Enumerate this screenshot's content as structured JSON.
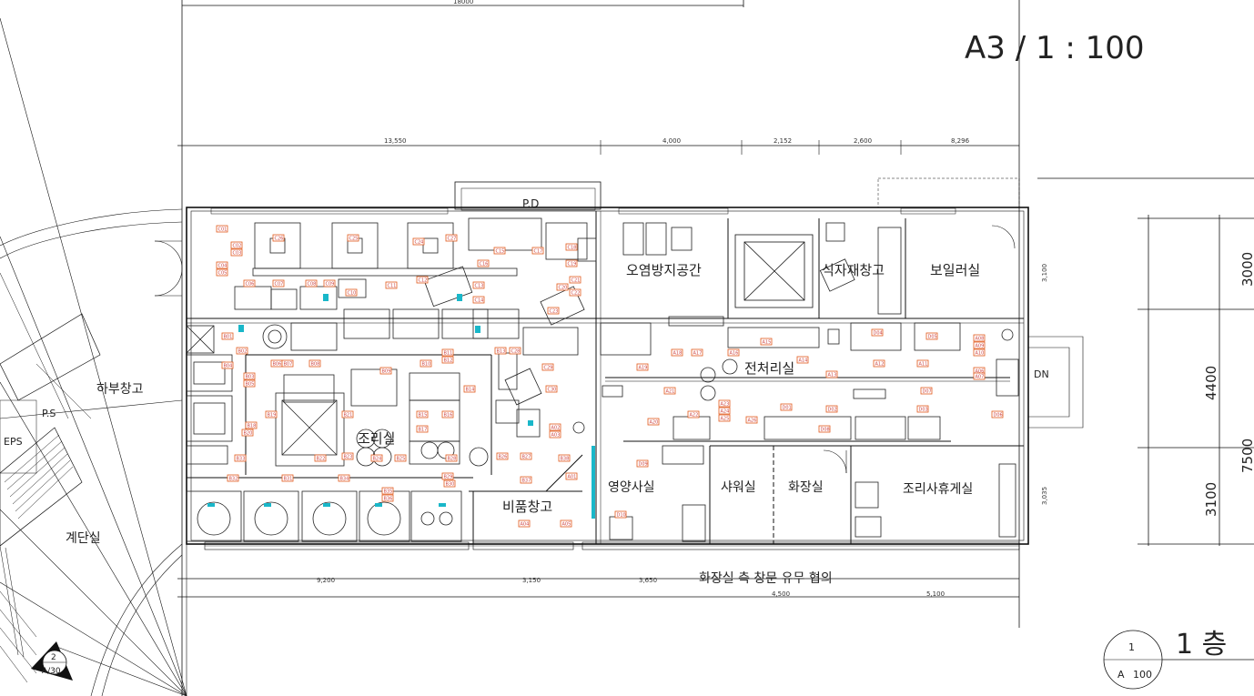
{
  "drawing": {
    "scale_title": "A3 / 1 : 100",
    "floor_title": "1 층",
    "callout_number": "1",
    "callout_sheet": "A",
    "callout_scale": "100",
    "section_marker_number": "2",
    "section_marker_sheet": "A/30"
  },
  "rooms": {
    "pd": "P.D",
    "pollution_space": "오염방지공간",
    "food_storage": "식자재창고",
    "boiler": "보일러실",
    "cooking": "조리실",
    "prep": "전처리실",
    "nutrition": "영양사실",
    "supply_storage": "비품창고",
    "shower": "샤워실",
    "restroom": "화장실",
    "staff_lounge": "조리사휴게실",
    "lower_storage": "하부창고",
    "stairs": "계단실",
    "ps": "P.S",
    "eps": "EPS",
    "dn": "DN"
  },
  "notes": {
    "window_note": "화장실 측 창문 유무 협의"
  },
  "dimensions": {
    "top_overall": "18000",
    "top": [
      "13,550",
      "4,000",
      "2,152",
      "2,600",
      "8,296"
    ],
    "bottom": [
      "9,200",
      "3,150",
      "3,650",
      "4,500",
      "5,100"
    ],
    "right_sub": [
      "3,100",
      "3,035"
    ],
    "right_large": [
      "3000",
      "4400",
      "3100",
      "7500"
    ]
  },
  "equipment_tags": [
    "C01",
    "C02",
    "C03",
    "C04",
    "C05",
    "C06",
    "C07",
    "C08",
    "C09",
    "C10",
    "C11",
    "C12",
    "C13",
    "C14",
    "C15",
    "C16",
    "C17",
    "C18",
    "C19",
    "C20",
    "C21",
    "C22",
    "C23",
    "C24",
    "C25",
    "C26",
    "C27",
    "C28",
    "C29",
    "C30",
    "B01",
    "B02",
    "B03",
    "B04",
    "B05",
    "B06",
    "B07",
    "B08",
    "B09",
    "B10",
    "B11",
    "B12",
    "B13",
    "B14",
    "B15",
    "B16",
    "B17",
    "B18",
    "B19",
    "B20",
    "B21",
    "B22",
    "B23",
    "B24",
    "B25",
    "B26",
    "B27",
    "B28",
    "B29",
    "B30",
    "B31",
    "B32",
    "B33",
    "B34",
    "B35",
    "B36",
    "B37",
    "B38",
    "A01",
    "A02",
    "A03",
    "A04",
    "A05",
    "A06",
    "A07",
    "A08",
    "A09",
    "A10",
    "A11",
    "A12",
    "A13",
    "A14",
    "A15",
    "A16",
    "A17",
    "A18",
    "A19",
    "A20",
    "A21",
    "A22",
    "A23",
    "A24",
    "A25",
    "A26",
    "D01",
    "D02",
    "D03",
    "D04",
    "D05",
    "D06",
    "D07",
    "D08",
    "D09",
    "D10"
  ]
}
